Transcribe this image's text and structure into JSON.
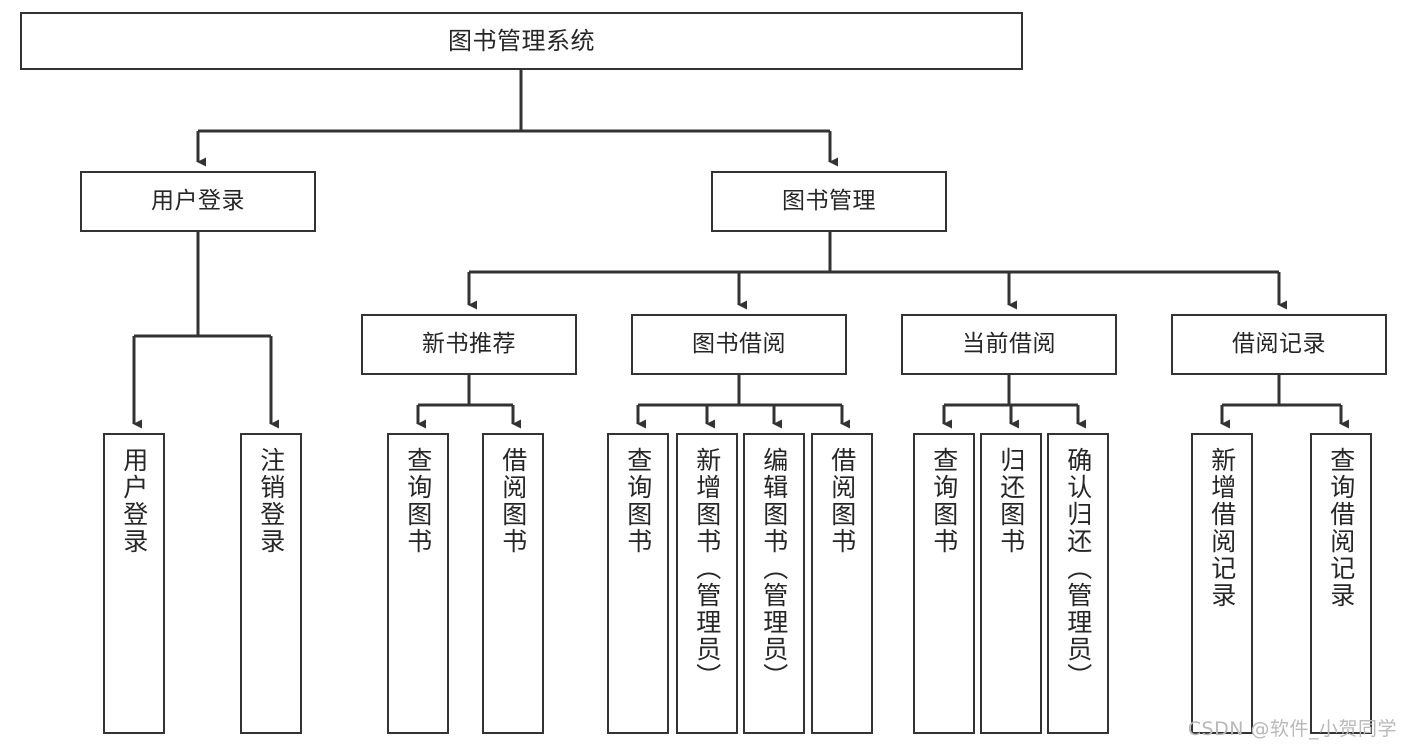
{
  "diagram": {
    "title": "图书管理系统",
    "type": "tree",
    "orientation": "top-down",
    "line_color": "#333333",
    "box_fill": "#ffffff",
    "text_color": "#262626",
    "watermark": "CSDN @软件_小贺同学"
  },
  "nodes": {
    "root": {
      "label": "图书管理系统"
    },
    "level2": [
      {
        "label": "用户登录"
      },
      {
        "label": "图书管理"
      }
    ],
    "level3": [
      {
        "label": "新书推荐"
      },
      {
        "label": "图书借阅"
      },
      {
        "label": "当前借阅"
      },
      {
        "label": "借阅记录"
      }
    ],
    "leaves": {
      "user_login": [
        {
          "label": "用户登录"
        },
        {
          "label": "注销登录"
        }
      ],
      "new_book_recommend": [
        {
          "label": "查询图书"
        },
        {
          "label": "借阅图书"
        }
      ],
      "book_borrow": [
        {
          "label": "查询图书"
        },
        {
          "label": "新增图书（管理员）"
        },
        {
          "label": "编辑图书（管理员）"
        },
        {
          "label": "借阅图书"
        }
      ],
      "current_borrow": [
        {
          "label": "查询图书"
        },
        {
          "label": "归还图书"
        },
        {
          "label": "确认归还（管理员）"
        }
      ],
      "borrow_record": [
        {
          "label": "新增借阅记录"
        },
        {
          "label": "查询借阅记录"
        }
      ]
    }
  }
}
